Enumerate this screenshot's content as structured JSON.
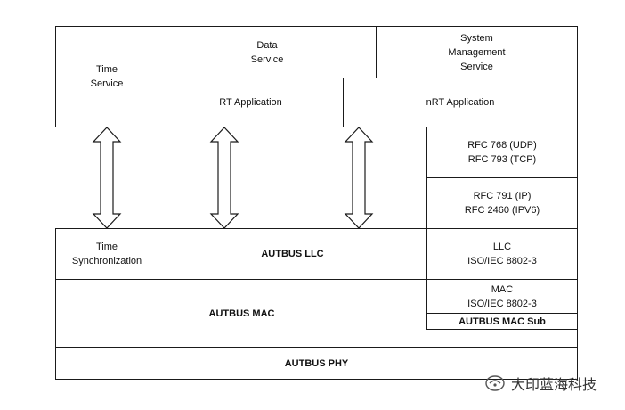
{
  "diagram": {
    "time_service": "Time\nService",
    "data_service": "Data\nService",
    "system_management_service": "System\nManagement\nService",
    "rt_application": "RT Application",
    "nrt_application": "nRT Application",
    "rfc_udp_tcp": "RFC 768 (UDP)\nRFC 793 (TCP)",
    "rfc_ip_ipv6": "RFC 791 (IP)\nRFC 2460 (IPV6)",
    "time_synchronization": "Time\nSynchronization",
    "autbus_llc": "AUTBUS LLC",
    "llc_iso": "LLC\nISO/IEC 8802-3",
    "autbus_mac": "AUTBUS MAC",
    "mac_iso": "MAC\nISO/IEC 8802-3",
    "autbus_mac_sub": "AUTBUS MAC Sub",
    "autbus_phy": "AUTBUS PHY"
  },
  "watermark": {
    "text": "大印蓝海科技",
    "icon": "wechat-official-account-icon"
  },
  "colors": {
    "line": "#1a1a1a",
    "background": "#ffffff",
    "watermark_text": "#333333"
  }
}
